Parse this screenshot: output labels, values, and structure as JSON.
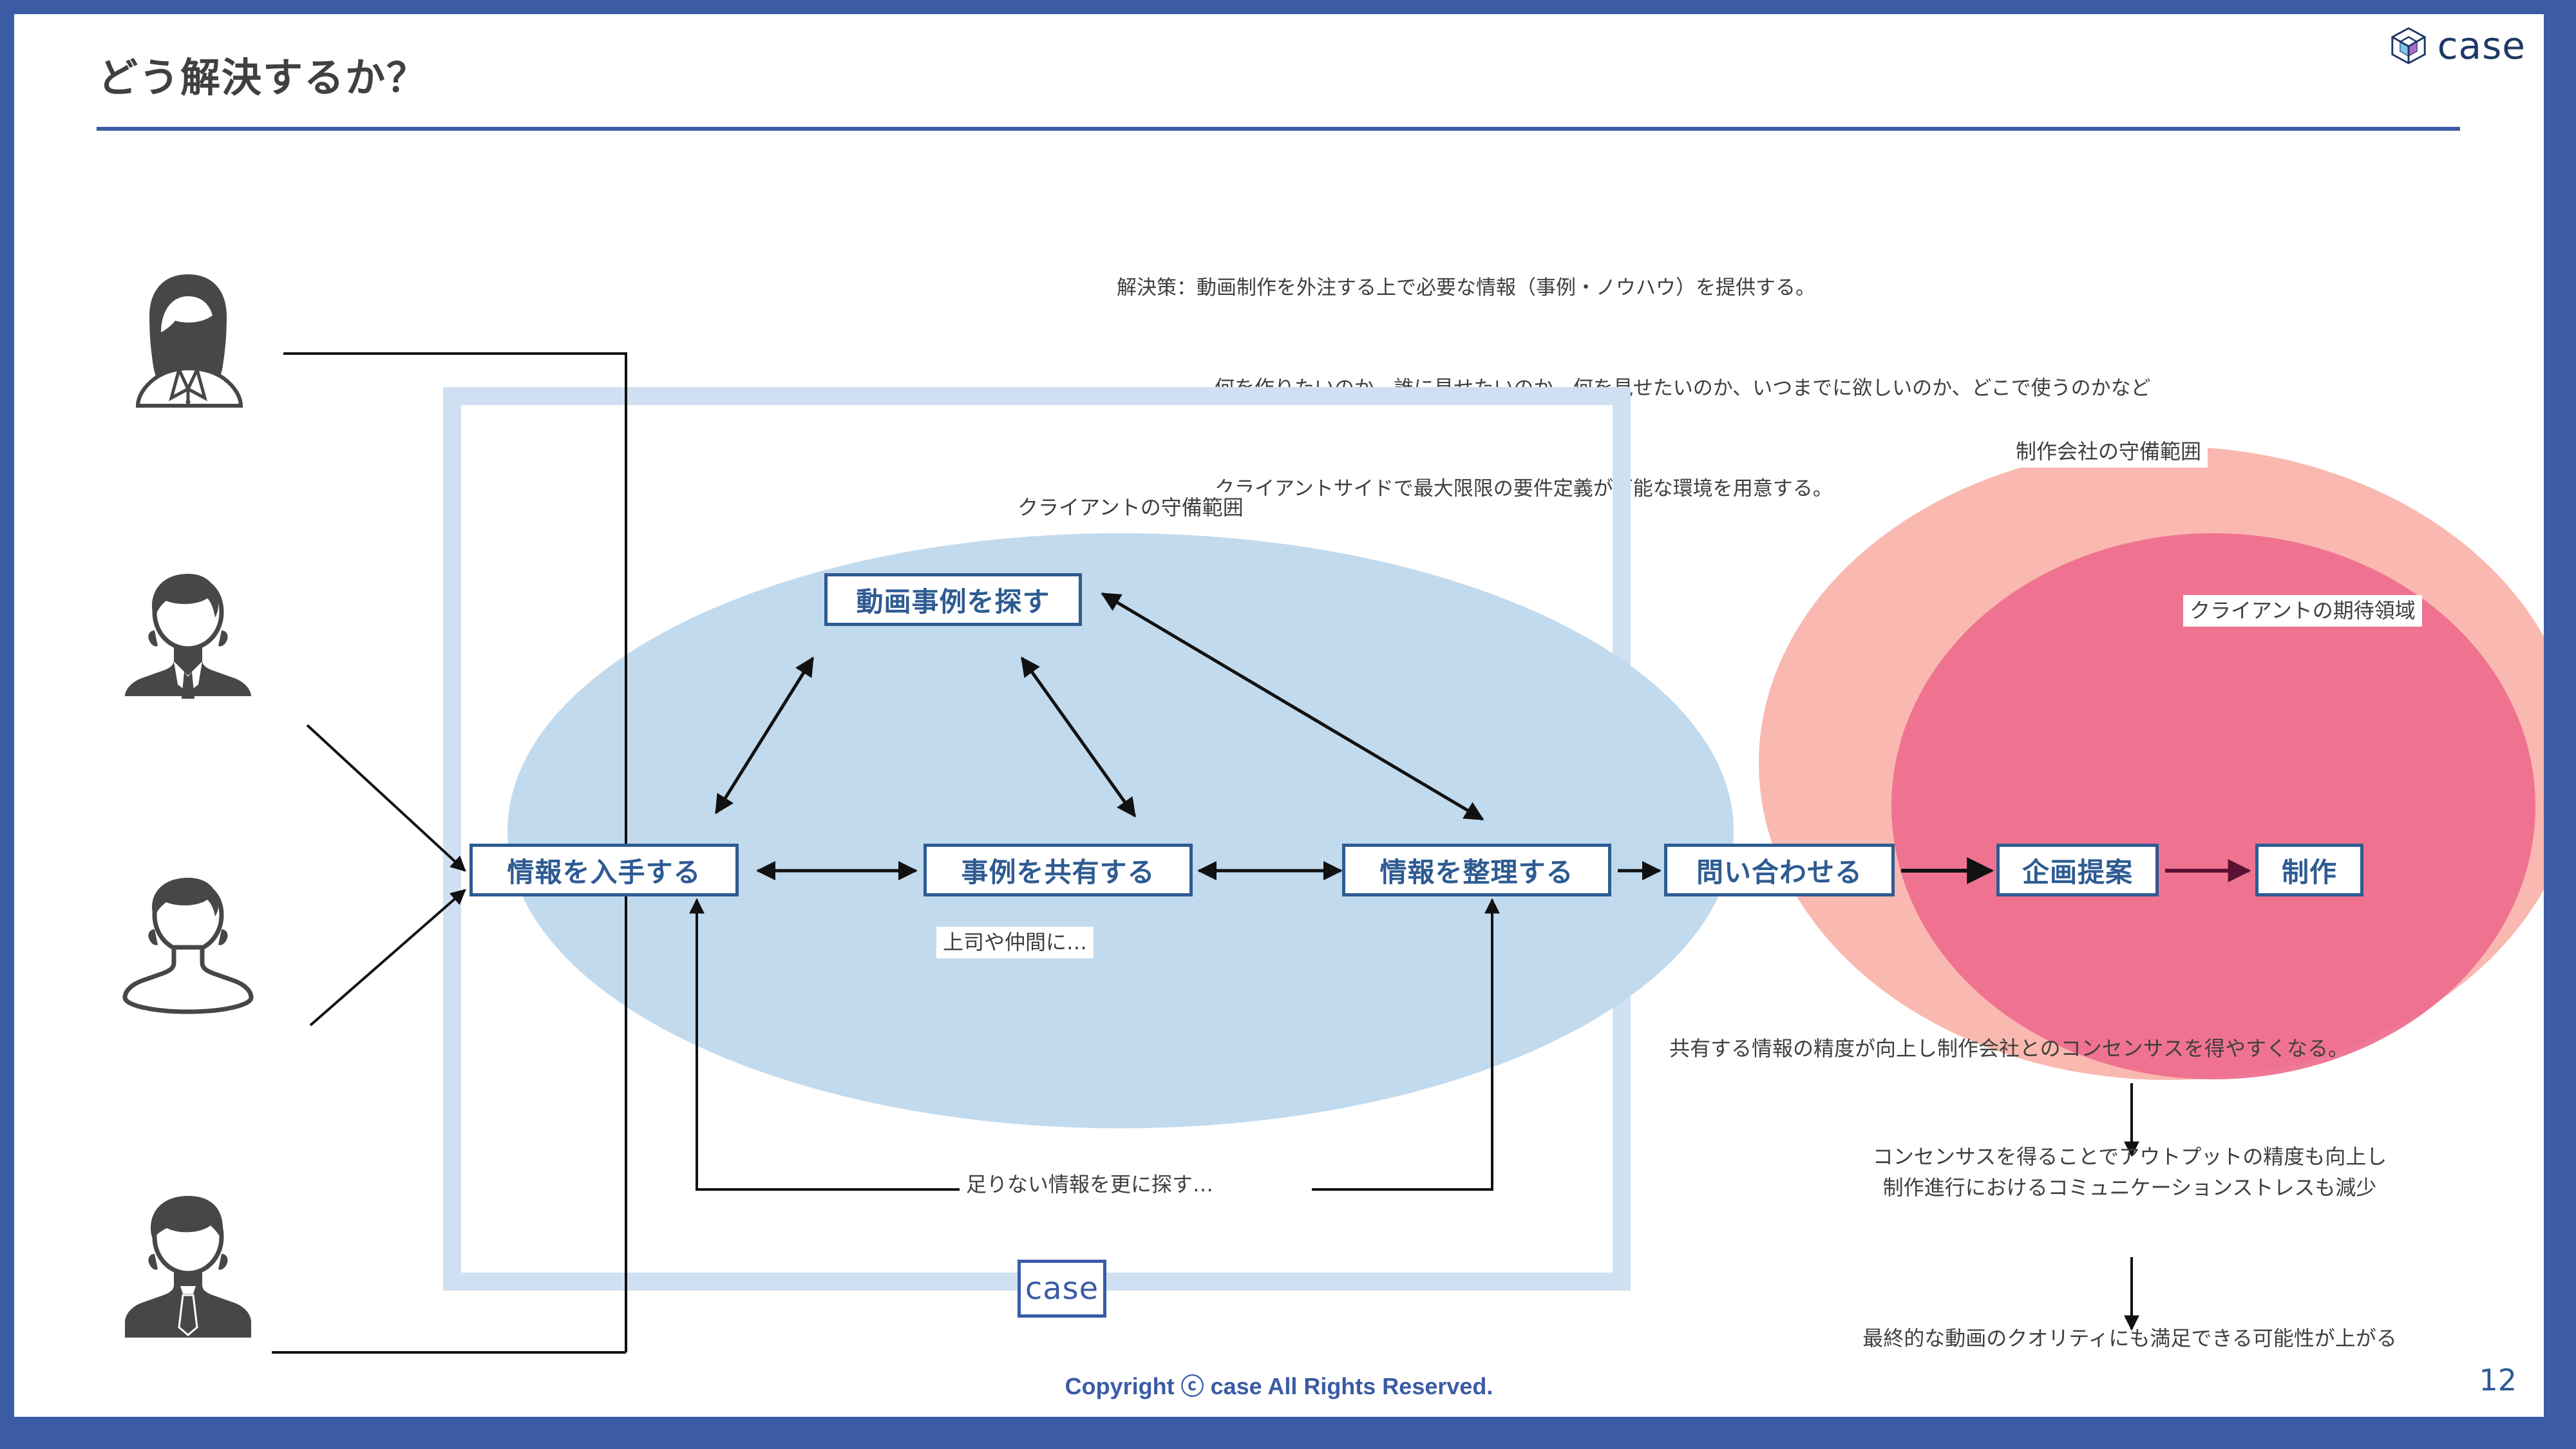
{
  "slide": {
    "title": "どう解決するか？",
    "page_number": "12",
    "copyright": "Copyright ⓒ case All Rights Reserved.",
    "accent_color": "#3B5BA5",
    "node_color": "#2E5B92",
    "client_ellipse_color": "#BFD7EC",
    "production_ellipse_color": "#F8B6AE",
    "expectation_ellipse_color": "#EF7490"
  },
  "logo": {
    "icon": "cube-icon",
    "wordmark": "case"
  },
  "solution": {
    "line1": "解決策：動画制作を外注する上で必要な情報（事例・ノウハウ）を提供する。",
    "line2": "何を作りたいのか、誰に見せたいのか、何を見せたいのか、いつまでに欲しいのか、どこで使うのかなど",
    "line3": "クライアントサイドで最大限限の要件定義が可能な環境を用意する。"
  },
  "personas": [
    {
      "icon": "person-woman-long-hair-icon"
    },
    {
      "icon": "person-man-suit-icon"
    },
    {
      "icon": "person-man-outline-icon"
    },
    {
      "icon": "person-man-suit-dark-icon"
    }
  ],
  "zones": {
    "client_scope": "クライアントの守備範囲",
    "production_scope": "制作会社の守備範囲",
    "client_expectation": "クライアントの期待領域",
    "case_box": "case"
  },
  "nodes": {
    "find_examples": "動画事例を探す",
    "get_information": "情報を入手する",
    "share_examples": "事例を共有する",
    "organize_information": "情報を整理する",
    "inquire": "問い合わせる",
    "proposal": "企画提案",
    "production": "制作"
  },
  "annotations": {
    "boss_and_peers": "上司や仲間に…",
    "search_more": "足りない情報を更に探す…",
    "consensus": "共有する情報の精度が向上し制作会社とのコンセンサスを得やすくなる。",
    "output_quality_line1": "コンセンサスを得ることでアウトプットの精度も向上し",
    "output_quality_line2": "制作進行におけるコミュニケーションストレスも減少",
    "final_quality": "最終的な動画のクオリティにも満足できる可能性が上がる"
  }
}
